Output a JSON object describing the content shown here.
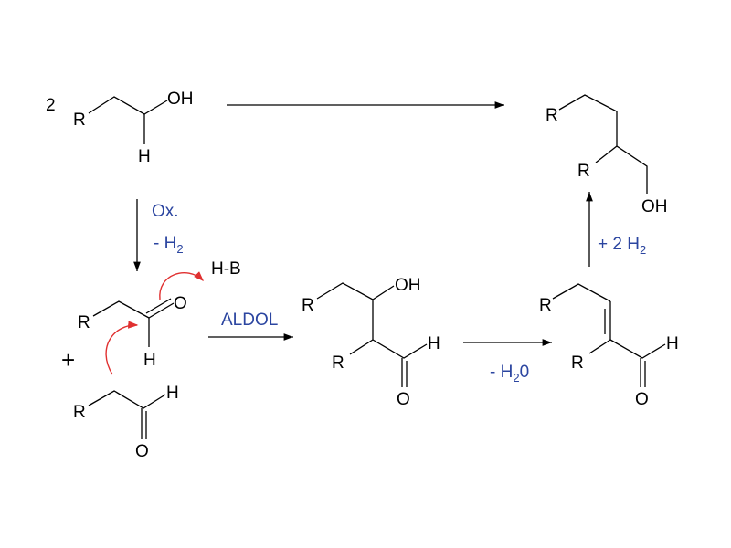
{
  "reactant": {
    "coefficient": "2",
    "r": "R",
    "oh": "OH",
    "h": "H"
  },
  "product": {
    "r1": "R",
    "r2": "R",
    "oh": "OH"
  },
  "oxidation": {
    "line1": "Ox.",
    "line2_prefix": "- H",
    "line2_sub": "2"
  },
  "hydrogenation": {
    "prefix": "+ 2 H",
    "sub": "2"
  },
  "aldehyde1": {
    "r": "R",
    "o": "O",
    "h": "H"
  },
  "base": "H-B",
  "plus": "+",
  "aldehyde2": {
    "r": "R",
    "o": "O",
    "h": "H"
  },
  "aldol_label": "ALDOL",
  "aldol_product": {
    "r1": "R",
    "r2": "R",
    "oh": "OH",
    "h": "H",
    "o": "O"
  },
  "dehydration": {
    "prefix": "- H",
    "sub": "2",
    "suffix": "0"
  },
  "enal": {
    "r1": "R",
    "r2": "R",
    "h": "H",
    "o": "O"
  },
  "colors": {
    "reagent_text": "#2b45a0",
    "electron_arrows": "#e03030"
  }
}
